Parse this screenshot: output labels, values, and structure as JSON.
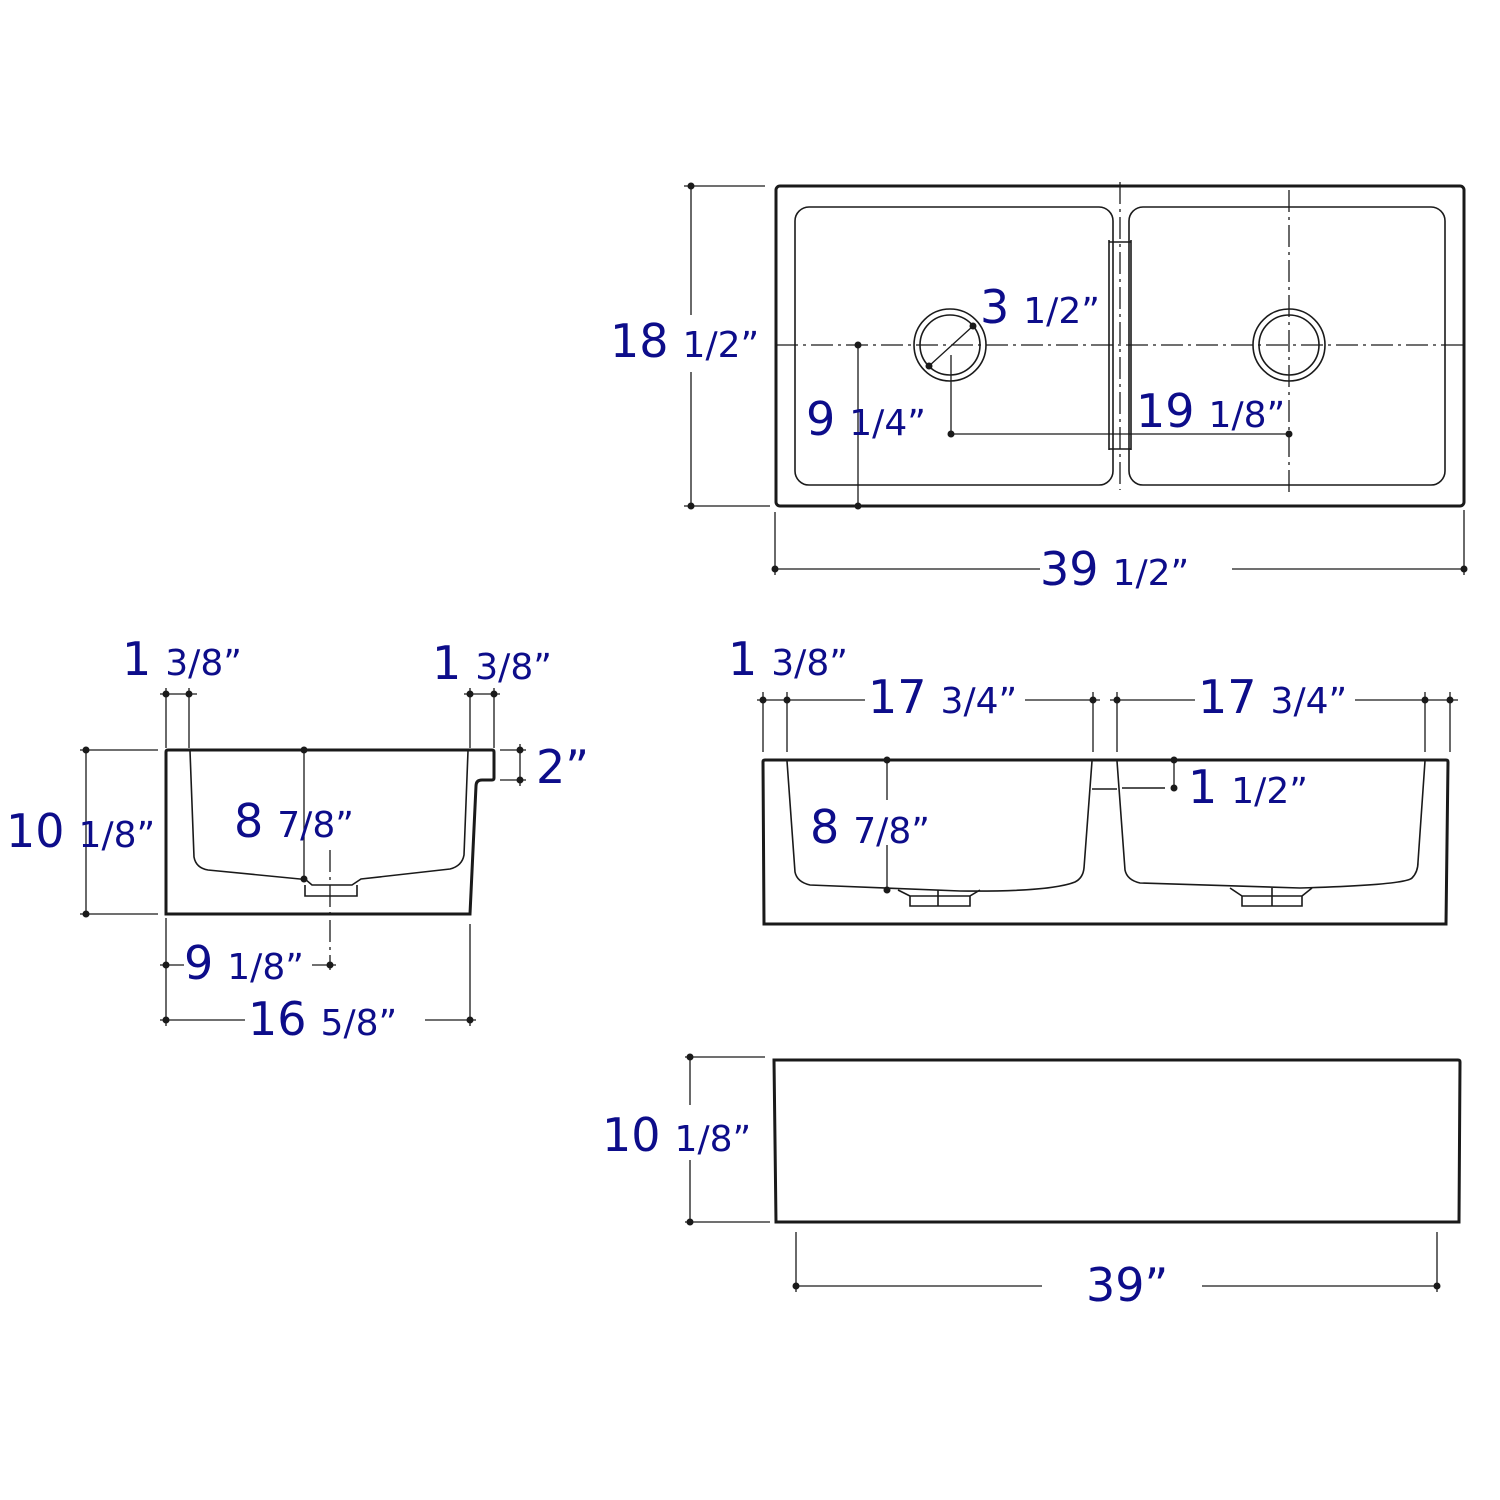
{
  "diagram": {
    "subject": "Double bowl farmhouse sink dimension drawing",
    "colors": {
      "label": "#0d0d8a",
      "line": "#1a1a1a"
    },
    "views": {
      "top_view": {
        "name": "Top view",
        "dims": {
          "depth": {
            "whole": "18",
            "frac": "1/2”"
          },
          "drain_diameter": {
            "whole": "3",
            "frac": "1/2”"
          },
          "drain_from_front": {
            "whole": "9",
            "frac": "1/4”"
          },
          "drain_spacing": {
            "whole": "19",
            "frac": "1/8”"
          },
          "width": {
            "whole": "39",
            "frac": "1/2”"
          }
        }
      },
      "side_section": {
        "name": "Side section view",
        "dims": {
          "rim_left": {
            "whole": "1",
            "frac": "3/8”"
          },
          "rim_right": {
            "whole": "1",
            "frac": "3/8”"
          },
          "apron_lip": {
            "whole": "2”",
            "frac": ""
          },
          "height": {
            "whole": "10",
            "frac": "1/8”"
          },
          "bowl_depth": {
            "whole": "8",
            "frac": "7/8”"
          },
          "drain_offset": {
            "whole": "9",
            "frac": "1/8”"
          },
          "depth": {
            "whole": "16",
            "frac": "5/8”"
          }
        }
      },
      "front_section": {
        "name": "Front section view",
        "dims": {
          "rim": {
            "whole": "1",
            "frac": "3/8”"
          },
          "bowl_left_width": {
            "whole": "17",
            "frac": "3/4”"
          },
          "bowl_right_width": {
            "whole": "17",
            "frac": "3/4”"
          },
          "divider_drop": {
            "whole": "1",
            "frac": "1/2”"
          },
          "bowl_depth": {
            "whole": "8",
            "frac": "7/8”"
          }
        }
      },
      "front_elevation": {
        "name": "Front apron elevation",
        "dims": {
          "height": {
            "whole": "10",
            "frac": "1/8”"
          },
          "width": {
            "whole": "39”",
            "frac": ""
          }
        }
      }
    }
  }
}
